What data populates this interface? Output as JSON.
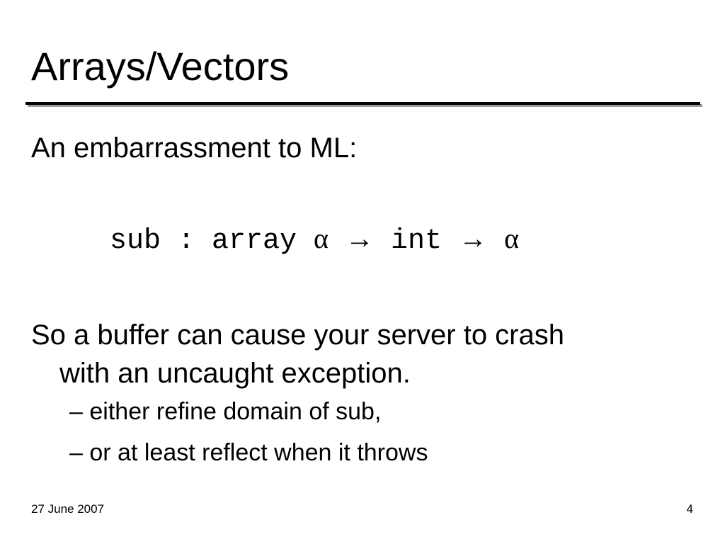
{
  "slide": {
    "title": "Arrays/Vectors",
    "intro": "An embarrassment to ML:",
    "code": {
      "prefix": "sub : array ",
      "alpha1": "α",
      "arrow1": "→",
      "mid": "int",
      "arrow2": "→",
      "alpha2": "α"
    },
    "body_line1": "So a buffer can cause your server to crash",
    "body_line2": "with an uncaught exception.",
    "sub_bullets": [
      {
        "dash": "–",
        "text": "either refine domain of sub,"
      },
      {
        "dash": "–",
        "text": "or at least reflect when it throws"
      }
    ]
  },
  "footer": {
    "date": "27 June 2007",
    "page_number": "4"
  }
}
